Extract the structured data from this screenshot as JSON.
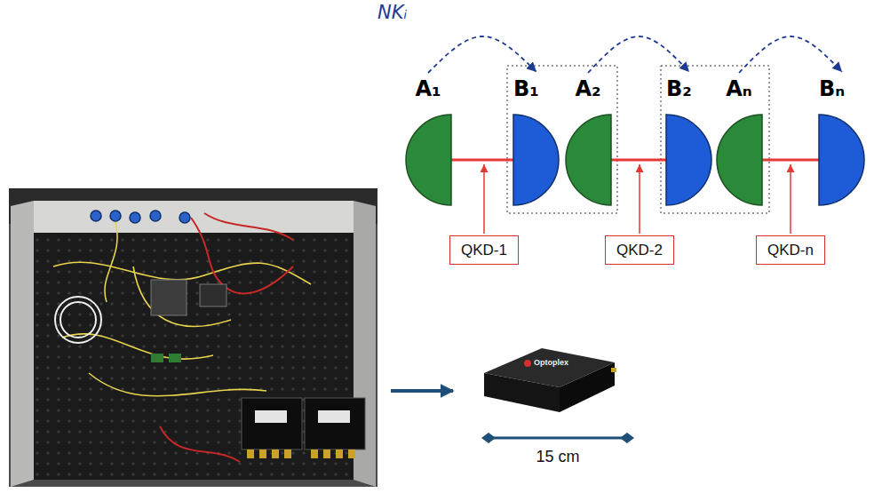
{
  "diagram": {
    "nodes": [
      {
        "text": [
          "A₁"
        ]
      },
      {
        "text": [
          "B₁"
        ]
      },
      {
        "text": [
          "A₂"
        ]
      },
      {
        "text": [
          "B₂"
        ]
      },
      {
        "text": [
          "Aₙ"
        ]
      },
      {
        "text": [
          "Bₙ"
        ]
      },
      {
        "text": [
          "QKD-1"
        ]
      },
      {
        "text": [
          "QKD-2"
        ]
      },
      {
        "text": [
          "QKD-n"
        ]
      }
    ],
    "edges": [
      {
        "from": 0,
        "to": 1,
        "arrow": "none"
      },
      {
        "from": 2,
        "to": 3,
        "arrow": "none"
      },
      {
        "from": 4,
        "to": 5,
        "arrow": "none"
      },
      {
        "from": 0,
        "to": 1,
        "arrow": "to"
      },
      {
        "from": 2,
        "to": 3,
        "arrow": "to"
      },
      {
        "from": 4,
        "to": 5,
        "arrow": "to"
      }
    ],
    "labels": [
      "NKᵢ",
      "Optoplex",
      "15 cm"
    ]
  }
}
